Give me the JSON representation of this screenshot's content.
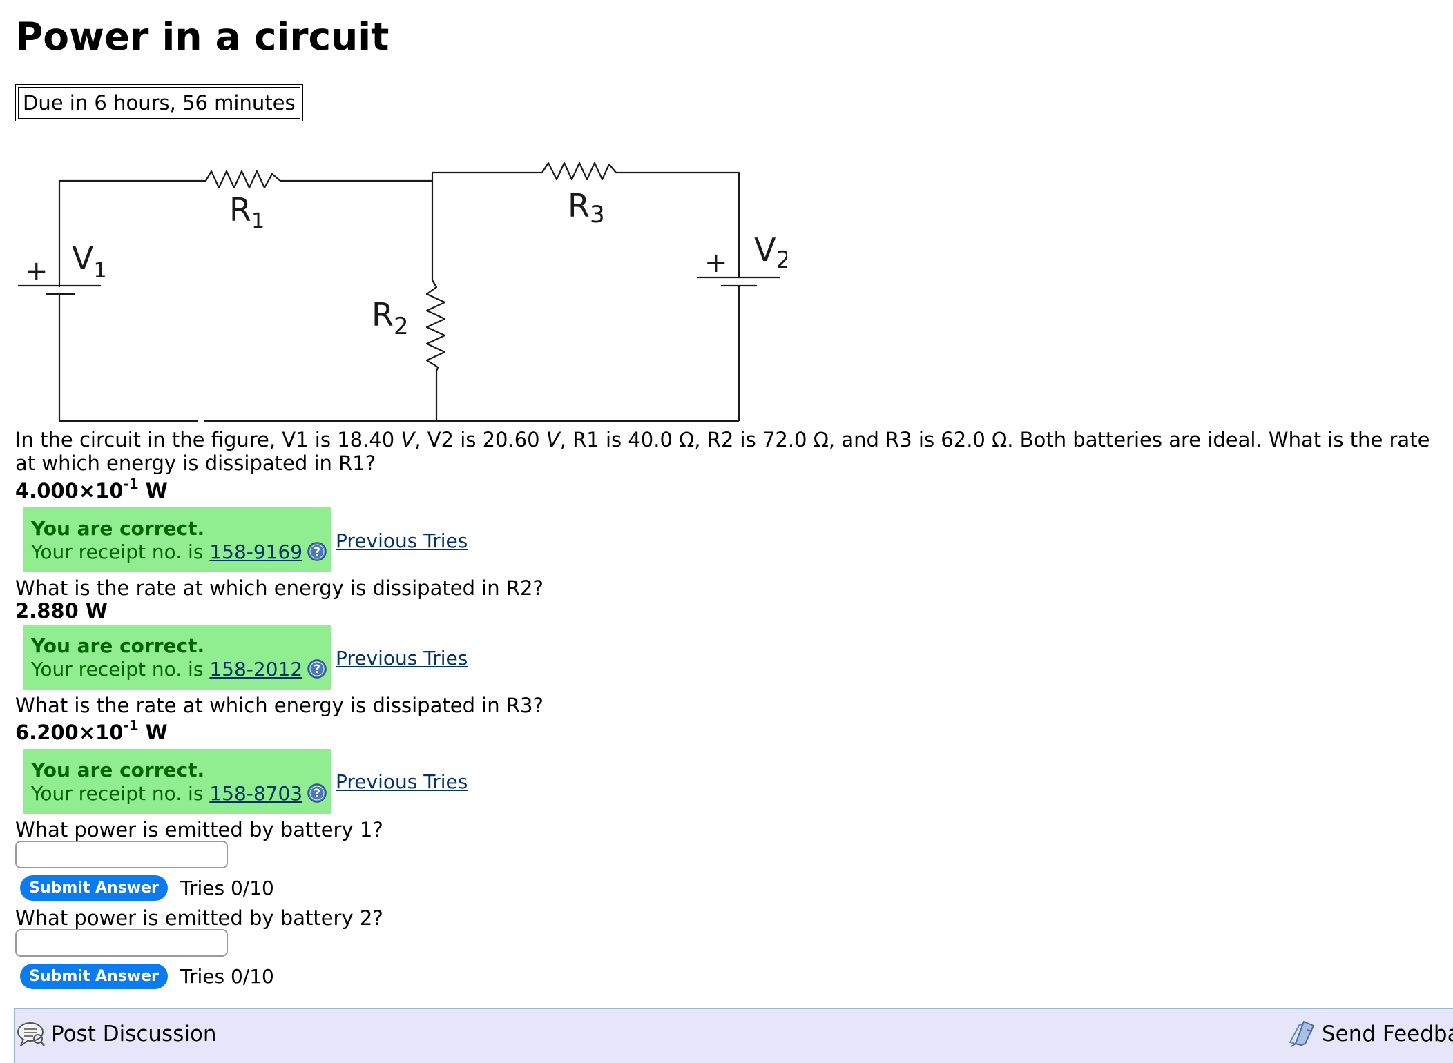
{
  "page": {
    "title": "Power in a circuit",
    "due": "Due in 6 hours, 56 minutes"
  },
  "figure": {
    "labels": {
      "r1_main": "R",
      "r1_sub": "1",
      "r2_main": "R",
      "r2_sub": "2",
      "r3_main": "R",
      "r3_sub": "3",
      "v1_main": "V",
      "v1_sub": "1",
      "v2_main": "V",
      "v2_sub": "2",
      "v1_plus": "+",
      "v2_plus": "+"
    }
  },
  "problem": {
    "part1": "In the circuit in the figure, V1 is 18.40 ",
    "unit_v1": "V",
    "part2": ", V2 is 20.60 ",
    "unit_v2": "V",
    "part3": ", R1 is 40.0 Ω, R2 is 72.0 Ω, and R3 is 62.0 Ω. Both batteries are ideal. What is the rate at which energy is dissipated in R1?"
  },
  "questions": [
    {
      "answer_mantissa": "4.000×10",
      "answer_exp": "-1",
      "answer_unit": " W",
      "status": "You are correct.",
      "receipt_prefix": "Your receipt no. is ",
      "receipt": "158-9169",
      "previous_tries": "Previous Tries"
    },
    {
      "text": "What is the rate at which energy is dissipated in R2?",
      "answer": "2.880 W",
      "status": "You are correct.",
      "receipt_prefix": "Your receipt no. is ",
      "receipt": "158-2012",
      "previous_tries": "Previous Tries"
    },
    {
      "text": "What is the rate at which energy is dissipated in R3?",
      "answer_mantissa": "6.200×10",
      "answer_exp": "-1",
      "answer_unit": " W",
      "status": "You are correct.",
      "receipt_prefix": "Your receipt no. is ",
      "receipt": "158-8703",
      "previous_tries": "Previous Tries"
    },
    {
      "text": "What power is emitted by battery 1?",
      "input_value": "",
      "submit_label": "Submit Answer",
      "tries": "Tries 0/10"
    },
    {
      "text": "What power is emitted by battery 2?",
      "input_value": "",
      "submit_label": "Submit Answer",
      "tries": "Tries 0/10"
    }
  ],
  "footer": {
    "post_discussion": "Post Discussion",
    "send_feedback": "Send Feedback",
    "post_icon": "speech-bubble-icon",
    "feedback_icon": "feedback-pen-icon"
  },
  "colors": {
    "correct_bg": "#90ee90",
    "correct_text": "#006400",
    "link": "#003366",
    "submit_bg": "#0a7cf0",
    "footer_bg": "#e5e6fa"
  }
}
